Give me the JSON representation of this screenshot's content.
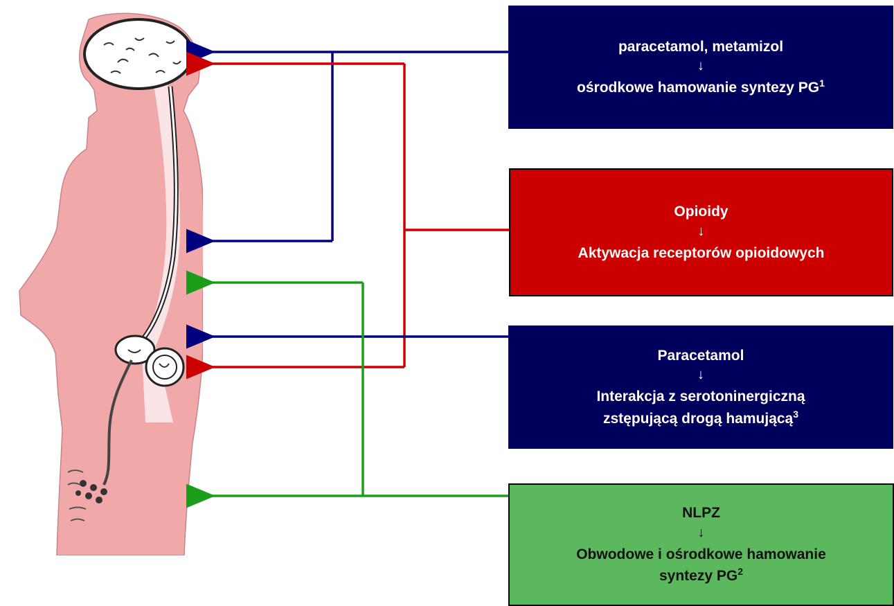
{
  "boxes": [
    {
      "id": "box1",
      "title": "paracetamol, metamizol",
      "mechanism": "ośrodkowe hamowanie syntezy PG",
      "sup": "1",
      "color": "#00005c"
    },
    {
      "id": "box2",
      "title": "Opioidy",
      "mechanism": "Aktywacja receptorów opioidowych",
      "sup": "",
      "color": "#cc0000"
    },
    {
      "id": "box3",
      "title": "Paracetamol",
      "mechanism_line1": "Interakcja z serotoninergiczną",
      "mechanism_line2": "zstępującą drogą hamującą",
      "sup": "3",
      "color": "#00005c"
    },
    {
      "id": "box4",
      "title": "NLPZ",
      "mechanism_line1": "Obwodowe i ośrodkowe hamowanie",
      "mechanism_line2": "syntezy PG",
      "sup": "2",
      "color": "#5cb85c"
    }
  ],
  "arrow_glyph": "↓",
  "colors": {
    "blue": "#000080",
    "red": "#cc0000",
    "green": "#1a9e1a",
    "skin": "#f0a8a8",
    "nerve": "#222222"
  }
}
